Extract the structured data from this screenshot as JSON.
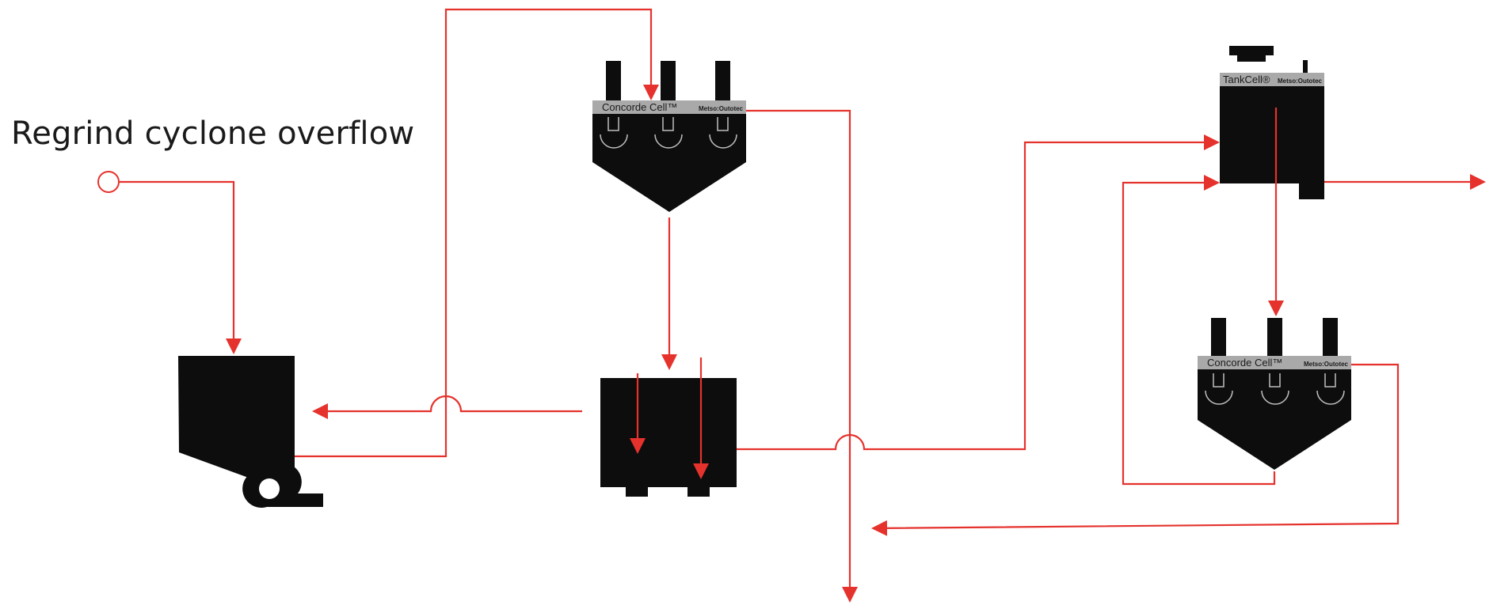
{
  "feed": {
    "label": "Regrind cyclone overflow"
  },
  "equipment": {
    "concorde_cell_1": {
      "name": "Concorde Cell™",
      "brand": "Metso:Outotec"
    },
    "tankcell": {
      "name": "TankCell®",
      "brand": "Metso:Outotec"
    },
    "concorde_cell_2": {
      "name": "Concorde Cell™",
      "brand": "Metso:Outotec"
    }
  },
  "colors": {
    "stream": "#e5322d",
    "equipment": "#0d0d0d",
    "band": "#a9a9a9"
  }
}
